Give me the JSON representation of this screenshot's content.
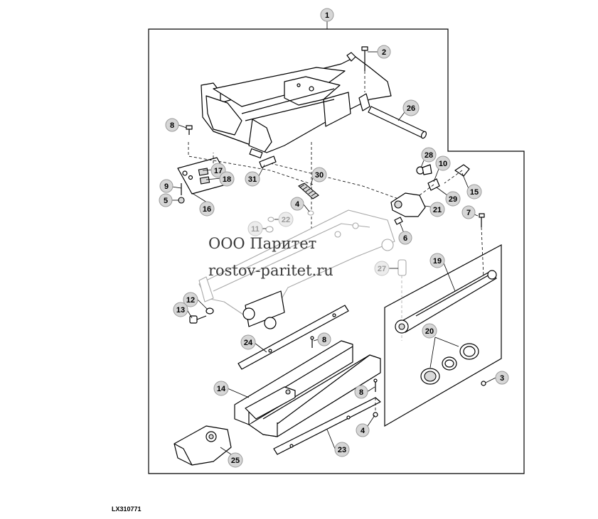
{
  "figure_code": "LX310771",
  "watermark": {
    "line1": "ООО Паритет",
    "line2": "rostov-paritet.ru"
  },
  "callouts": {
    "c1": "1",
    "c2": "2",
    "c3": "3",
    "c4a": "4",
    "c4b": "4",
    "c5": "5",
    "c6": "6",
    "c7": "7",
    "c8a": "8",
    "c8b": "8",
    "c8c": "8",
    "c9": "9",
    "c10": "10",
    "c11": "11",
    "c12": "12",
    "c13": "13",
    "c14": "14",
    "c15": "15",
    "c16": "16",
    "c17": "17",
    "c18": "18",
    "c19": "19",
    "c20": "20",
    "c21": "21",
    "c22": "22",
    "c23": "23",
    "c24": "24",
    "c25": "25",
    "c26": "26",
    "c27": "27",
    "c28": "28",
    "c29": "29",
    "c30": "30",
    "c31": "31"
  }
}
